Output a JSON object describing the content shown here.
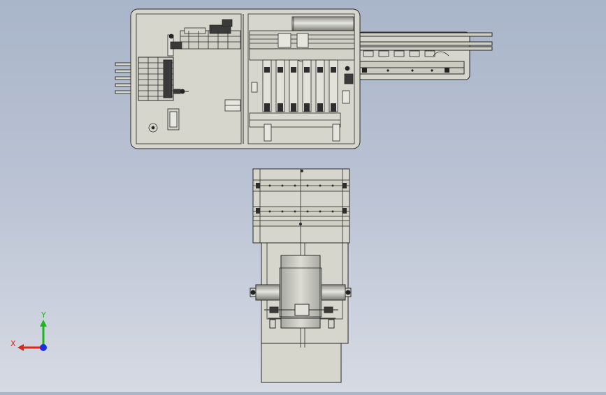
{
  "viewport": {
    "background_top": "#a9b5c9",
    "background_bottom": "#d6dae3",
    "part_fill": "#d6d6cc",
    "line_color": "#2a2a2a"
  },
  "triad": {
    "x_label": "X",
    "y_label": "Y",
    "x_color": "#e0241b",
    "y_color": "#1fb51f",
    "z_color": "#1a2fe0"
  },
  "views": [
    {
      "name": "top-view-assembly"
    },
    {
      "name": "front-view-assembly"
    }
  ]
}
